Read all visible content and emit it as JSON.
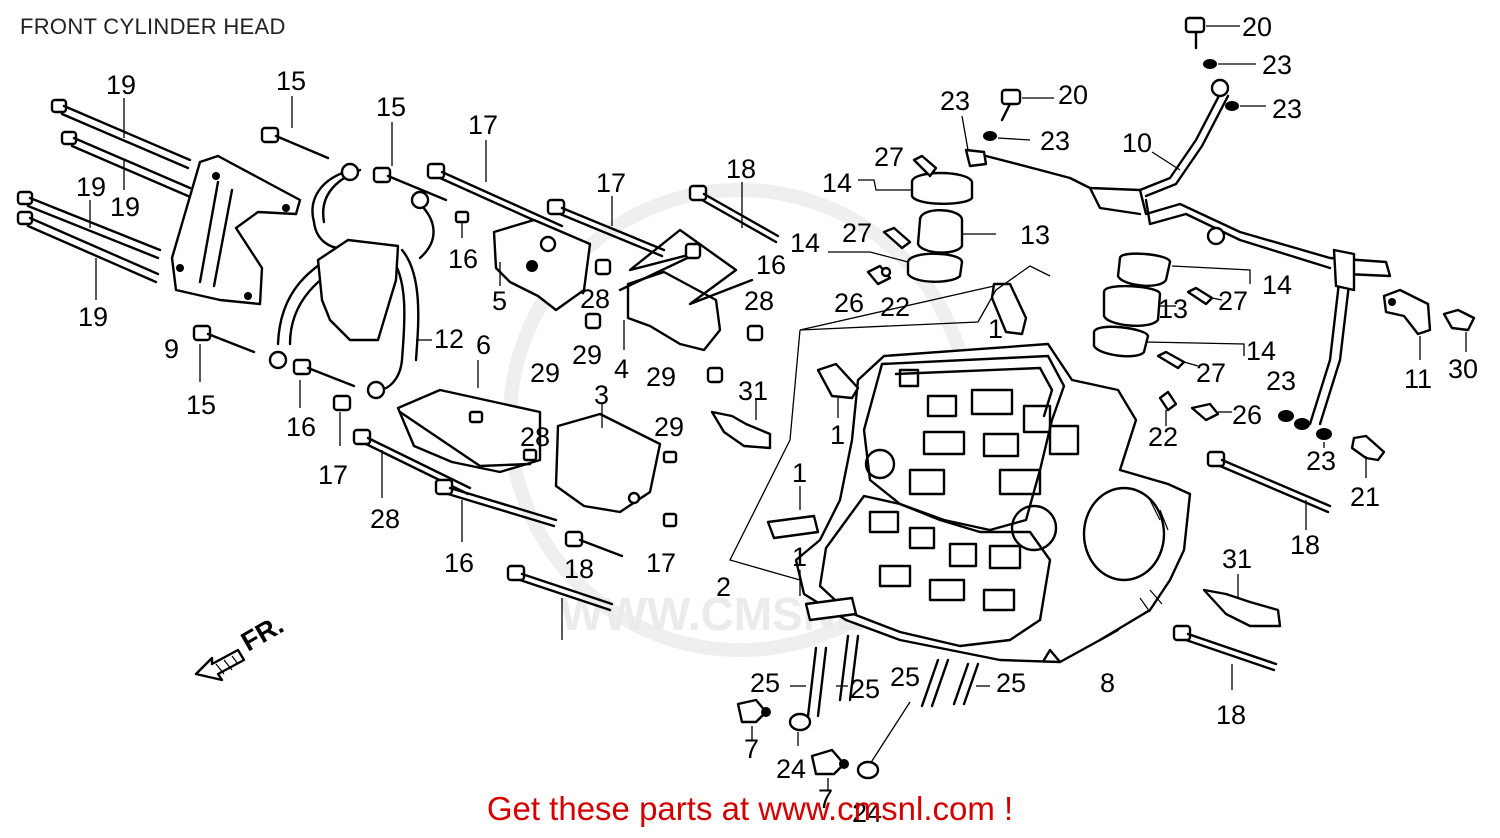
{
  "title": "FRONT CYLINDER HEAD",
  "footer": "Get these parts at www.cmsnl.com !",
  "watermark": "WWW.CMSNL",
  "direction_label": "FR.",
  "colors": {
    "footer": "#d40000",
    "ink": "#000000",
    "watermark": "#e6e6e6"
  },
  "callouts": [
    "20",
    "23",
    "23",
    "20",
    "23",
    "23",
    "10",
    "27",
    "14",
    "13",
    "14",
    "27",
    "13",
    "26",
    "22",
    "14",
    "13",
    "27",
    "14",
    "27",
    "11",
    "30",
    "23",
    "26",
    "22",
    "23",
    "21",
    "18",
    "1",
    "1",
    "1",
    "1",
    "2",
    "8",
    "31",
    "18",
    "25",
    "25",
    "25",
    "25",
    "7",
    "24",
    "7",
    "24",
    "19",
    "19",
    "19",
    "19",
    "15",
    "15",
    "17",
    "18",
    "17",
    "16",
    "16",
    "28",
    "28",
    "12",
    "9",
    "5",
    "6",
    "29",
    "4",
    "29",
    "29",
    "3",
    "31",
    "28",
    "29",
    "15",
    "16",
    "17",
    "28",
    "17",
    "16",
    "18"
  ]
}
